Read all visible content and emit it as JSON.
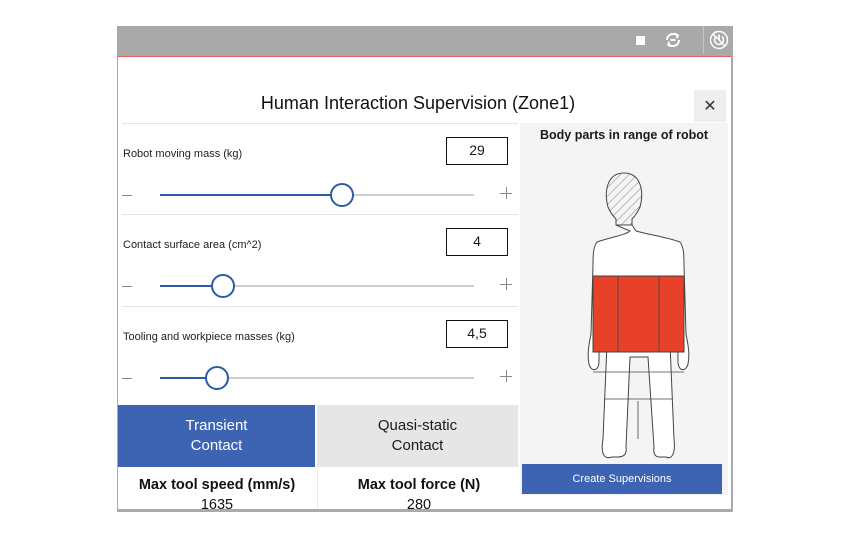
{
  "dialog": {
    "title": "Human Interaction Supervision (Zone1)",
    "close_label": "✕"
  },
  "parameters": [
    {
      "label": "Robot moving mass (kg)",
      "value": "29",
      "slider_fraction": 0.58
    },
    {
      "label": "Contact surface area (cm^2)",
      "value": "4",
      "slider_fraction": 0.2
    },
    {
      "label": "Tooling and workpiece masses (kg)",
      "value": "4,5",
      "slider_fraction": 0.18
    }
  ],
  "contact_modes": {
    "selected": "transient",
    "transient_label": "Transient\nContact",
    "quasi_static_label": "Quasi-static\nContact"
  },
  "results": {
    "speed_label": "Max tool speed (mm/s)",
    "speed_value": "1635",
    "force_label": "Max tool force (N)",
    "force_value": "280"
  },
  "body_panel": {
    "title": "Body parts in range of robot",
    "in_range_color": "#e8412a",
    "in_range_parts": [
      "upper-arms",
      "chest"
    ]
  },
  "create_button_label": "Create Supervisions",
  "titlebar_icons": [
    "stop-icon",
    "sync-icon",
    "power-off-icon"
  ],
  "colors": {
    "accent": "#3d63b3",
    "slider": "#2d5aa8",
    "titlebar": "#a9a9a9"
  }
}
